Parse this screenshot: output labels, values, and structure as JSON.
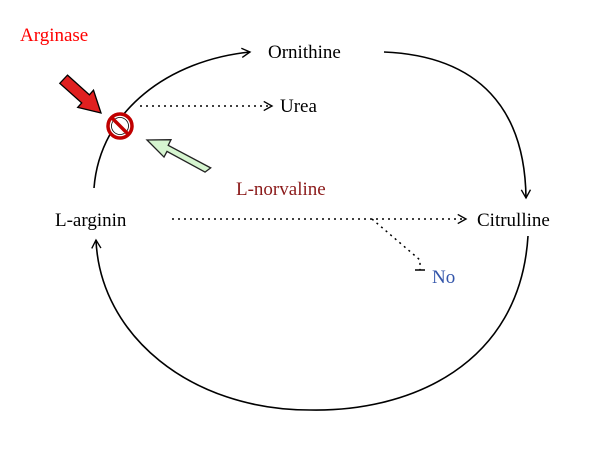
{
  "labels": {
    "arginase": "Arginase",
    "ornithine": "Ornithine",
    "urea": "Urea",
    "l_norvaline": "L-norvaline",
    "l_arginin": "L-arginin",
    "citrulline": "Citrulline",
    "no": "No"
  },
  "colors": {
    "arginase": "#ff0000",
    "l_norvaline": "#8b1a1a",
    "no": "#3355aa",
    "text": "#000000",
    "inhibitor_arrow_fill": "#e02020",
    "inhibitor_arrow_stroke": "#000000",
    "activator_arrow_fill": "#d6f5d0",
    "activator_arrow_stroke": "#222222",
    "inhibit_symbol": "#c00000"
  },
  "icons": {
    "inhibit_symbol": "prohibition-sign"
  }
}
